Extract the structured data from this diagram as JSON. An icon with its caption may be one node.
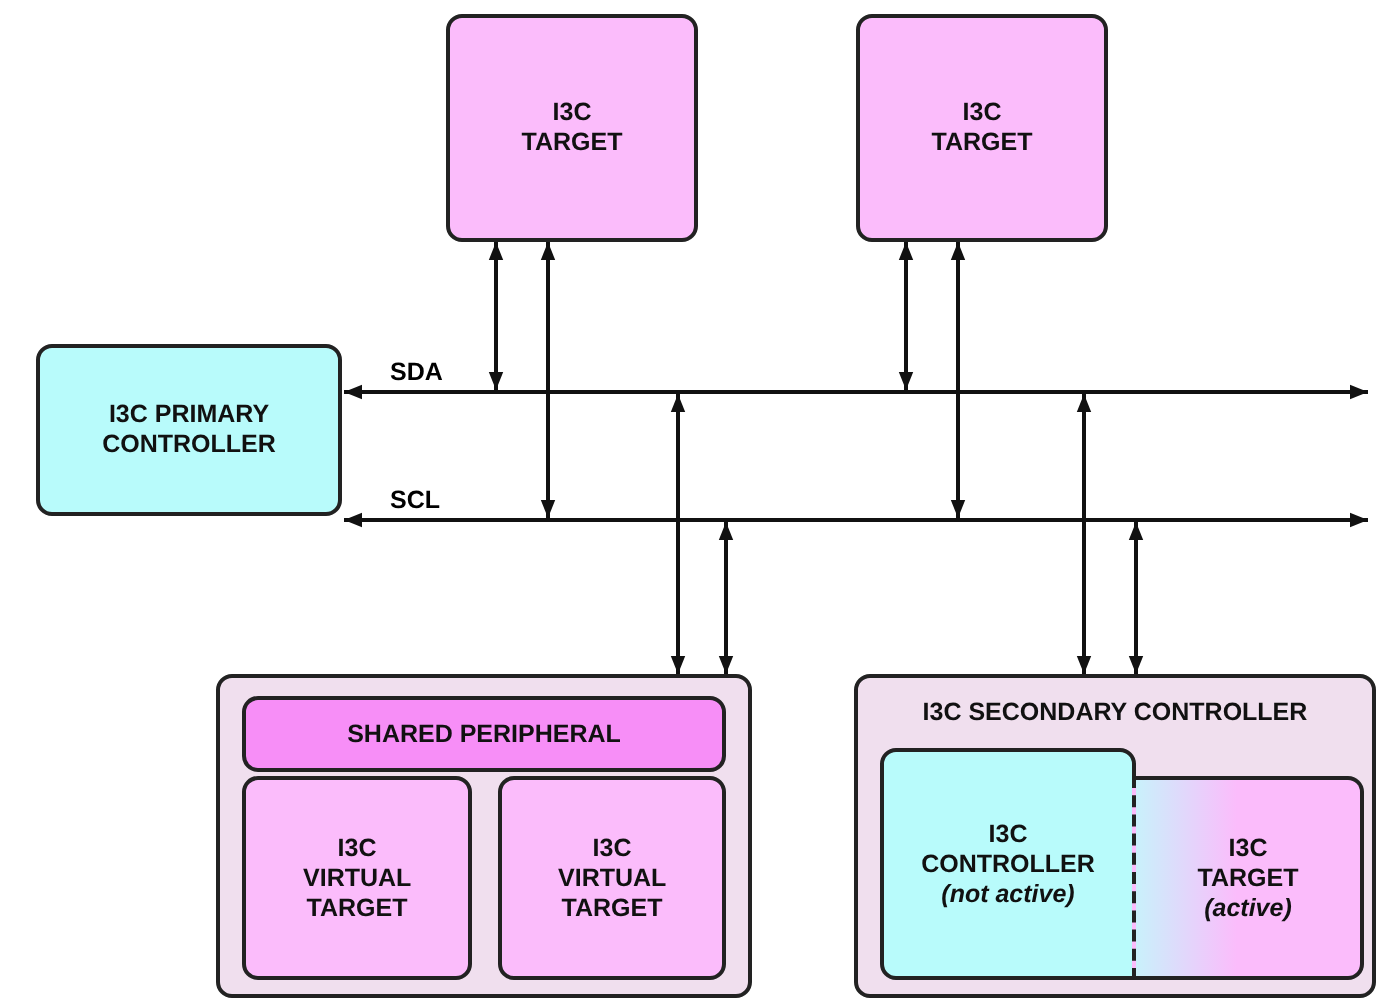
{
  "diagram": {
    "nodes": [
      {
        "text": [
          "I3C PRIMARY CONTROLLER"
        ]
      },
      {
        "text": [
          "I3C TARGET"
        ]
      },
      {
        "text": [
          "I3C TARGET"
        ]
      },
      {
        "text": [],
        "shape": "box"
      },
      {
        "text": [
          "SHARED PERIPHERAL"
        ],
        "in": 3
      },
      {
        "text": [
          "I3C VIRTUAL TARGET"
        ],
        "in": 3
      },
      {
        "text": [
          "I3C VIRTUAL TARGET"
        ],
        "in": 3
      },
      {
        "text": [
          "I3C SECONDARY CONTROLLER"
        ]
      },
      {
        "text": [
          "I3C CONTROLLER",
          "(not active)"
        ],
        "in": 7
      },
      {
        "text": [
          "I3C TARGET",
          "(active)"
        ],
        "in": 7
      }
    ],
    "edges": [
      {
        "from": 0,
        "to": null,
        "arrow": "both",
        "label": "SDA"
      },
      {
        "from": 0,
        "to": null,
        "arrow": "both",
        "label": "SCL"
      },
      {
        "from": 1,
        "to": null,
        "arrow": "both"
      },
      {
        "from": 1,
        "to": null,
        "arrow": "both"
      },
      {
        "from": 2,
        "to": null,
        "arrow": "both"
      },
      {
        "from": 2,
        "to": null,
        "arrow": "both"
      },
      {
        "from": 3,
        "to": null,
        "arrow": "both"
      },
      {
        "from": 3,
        "to": null,
        "arrow": "both"
      },
      {
        "from": 7,
        "to": null,
        "arrow": "both"
      },
      {
        "from": 7,
        "to": null,
        "arrow": "both"
      }
    ]
  }
}
